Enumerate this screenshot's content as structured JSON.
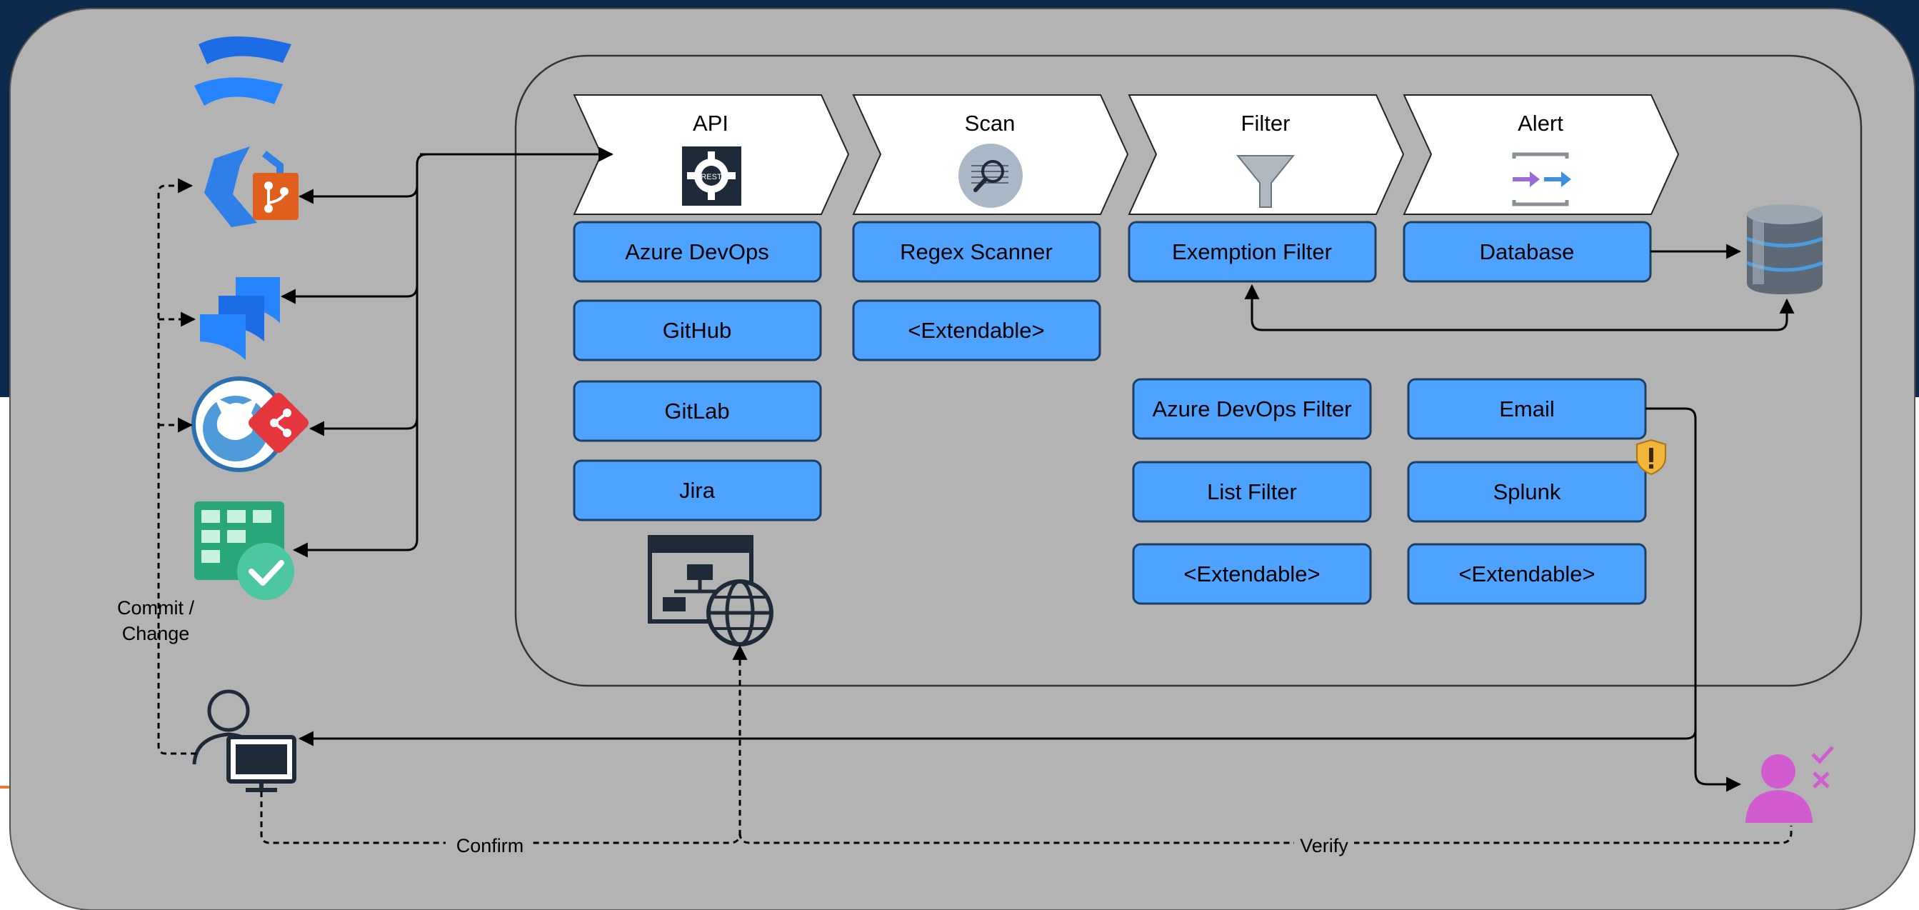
{
  "colors": {
    "top_banner": "#0c2a4b",
    "canvas": "#b3b3b3",
    "box_fill": "#4da3ff",
    "box_stroke": "#1c3f66",
    "chevron_fill": "#ffffff",
    "accent_orange": "#f07a2b"
  },
  "stages": [
    {
      "title": "API",
      "icon": "rest-api-gear-icon"
    },
    {
      "title": "Scan",
      "icon": "magnifier-scan-icon"
    },
    {
      "title": "Filter",
      "icon": "funnel-icon"
    },
    {
      "title": "Alert",
      "icon": "data-flow-arrows-icon"
    }
  ],
  "api_boxes": [
    "Azure DevOps",
    "GitHub",
    "GitLab",
    "Jira"
  ],
  "scan_boxes": [
    "Regex Scanner",
    "<Extendable>"
  ],
  "filter_boxes": [
    "Exemption Filter",
    "Azure DevOps Filter",
    "List Filter",
    "<Extendable>"
  ],
  "alert_boxes": [
    "Database",
    "Email",
    "Splunk",
    "<Extendable>"
  ],
  "edge_labels": {
    "commit_line1": "Commit /",
    "commit_line2": "Change",
    "confirm": "Confirm",
    "verify": "Verify"
  },
  "side_icons": [
    "confluence-icon",
    "azure-repos-icon",
    "jira-icon",
    "github-git-icon",
    "azure-test-plans-icon",
    "developer-workstation-icon",
    "reviewer-user-icon",
    "database-icon",
    "web-sitemap-globe-icon",
    "warning-shield-icon"
  ]
}
